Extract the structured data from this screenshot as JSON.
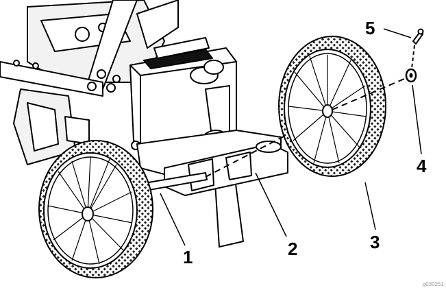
{
  "diagram": {
    "callouts": [
      {
        "id": "1",
        "label": "1"
      },
      {
        "id": "2",
        "label": "2"
      },
      {
        "id": "3",
        "label": "3"
      },
      {
        "id": "4",
        "label": "4"
      },
      {
        "id": "5",
        "label": "5"
      }
    ],
    "figure_id": "g030251",
    "colors": {
      "line": "#000000",
      "paper": "#ffffff",
      "grey": "#555555"
    }
  }
}
